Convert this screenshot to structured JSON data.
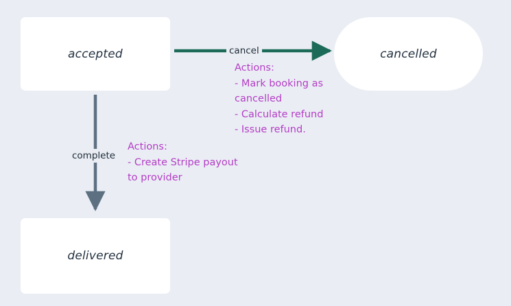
{
  "diagram": {
    "type": "state-machine",
    "background_color": "#eaeef4",
    "nodes": [
      {
        "id": "accepted",
        "label": "accepted",
        "shape": "rounded-rect",
        "fill": "#ffffff",
        "text_color": "#22303f"
      },
      {
        "id": "cancelled",
        "label": "cancelled",
        "shape": "pill",
        "fill": "#ffffff",
        "text_color": "#22303f"
      },
      {
        "id": "delivered",
        "label": "delivered",
        "shape": "rounded-rect",
        "fill": "#ffffff",
        "text_color": "#22303f"
      }
    ],
    "edges": [
      {
        "id": "cancel",
        "from": "accepted",
        "to": "cancelled",
        "label": "cancel",
        "color": "#1c6a58",
        "direction": "right",
        "note": {
          "heading": "Actions:",
          "items": [
            "- Mark booking as",
            "cancelled",
            "- Calculate refund",
            "- Issue refund."
          ],
          "color": "#b43cc6"
        }
      },
      {
        "id": "complete",
        "from": "accepted",
        "to": "delivered",
        "label": "complete",
        "color": "#5d7082",
        "direction": "down",
        "note": {
          "heading": "Actions:",
          "items": [
            "- Create Stripe payout",
            "to provider"
          ],
          "color": "#b43cc6"
        }
      }
    ]
  }
}
